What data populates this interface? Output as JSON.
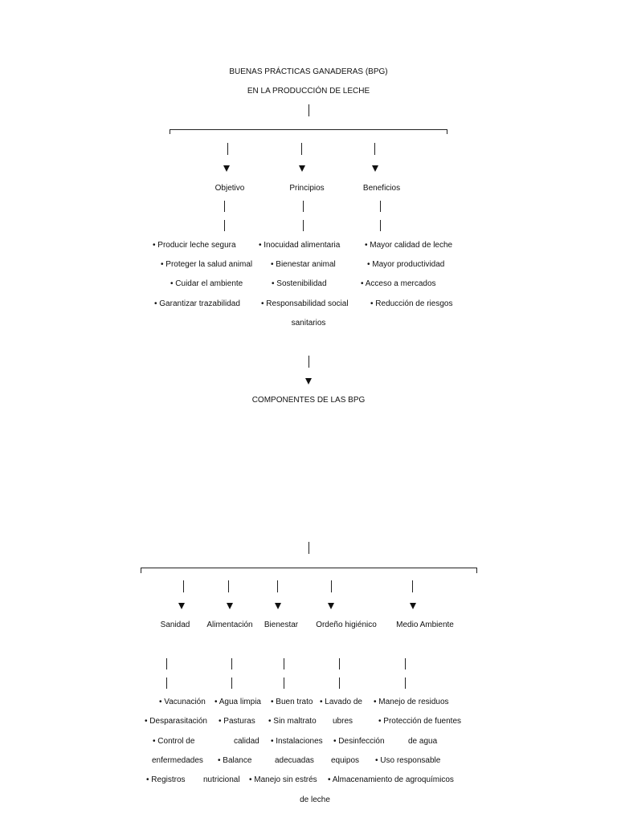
{
  "title": {
    "line1": "BUENAS PRÁCTICAS GANADERAS (BPG)",
    "line2": "EN LA PRODUCCIÓN DE LECHE"
  },
  "section1": {
    "columns": [
      {
        "label": "Objetivo"
      },
      {
        "label": "Principios"
      },
      {
        "label": "Beneficios"
      }
    ],
    "rows": [
      [
        "• Producir leche segura",
        "• Inocuidad alimentaria",
        "• Mayor calidad de leche"
      ],
      [
        "• Proteger la salud animal",
        "• Bienestar animal",
        "• Mayor productividad"
      ],
      [
        "• Cuidar el ambiente",
        "• Sostenibilidad",
        "• Acceso a mercados"
      ],
      [
        "• Garantizar trazabilidad",
        "• Responsabilidad social",
        "• Reducción de riesgos"
      ]
    ],
    "wrap": "sanitarios"
  },
  "components_title": "COMPONENTES DE LAS BPG",
  "section2": {
    "columns": [
      {
        "label": "Sanidad"
      },
      {
        "label": "Alimentación"
      },
      {
        "label": "Bienestar"
      },
      {
        "label": "Ordeño higiénico"
      },
      {
        "label": "Medio Ambiente"
      }
    ],
    "lines": [
      [
        "• Vacunación",
        "• Agua limpia",
        "• Buen trato",
        "• Lavado de",
        "• Manejo de residuos"
      ],
      [
        "• Desparasitación",
        "• Pasturas",
        "• Sin maltrato",
        "ubres",
        "• Protección de fuentes"
      ],
      [
        "• Control de",
        "calidad",
        "• Instalaciones",
        "• Desinfección",
        "de agua"
      ],
      [
        "enfermedades",
        "• Balance",
        "adecuadas",
        "equipos",
        "• Uso responsable"
      ],
      [
        "• Registros",
        "nutricional",
        "• Manejo sin estrés",
        "• Almacenamiento de agroquímicos"
      ]
    ],
    "wrap": "de leche"
  }
}
